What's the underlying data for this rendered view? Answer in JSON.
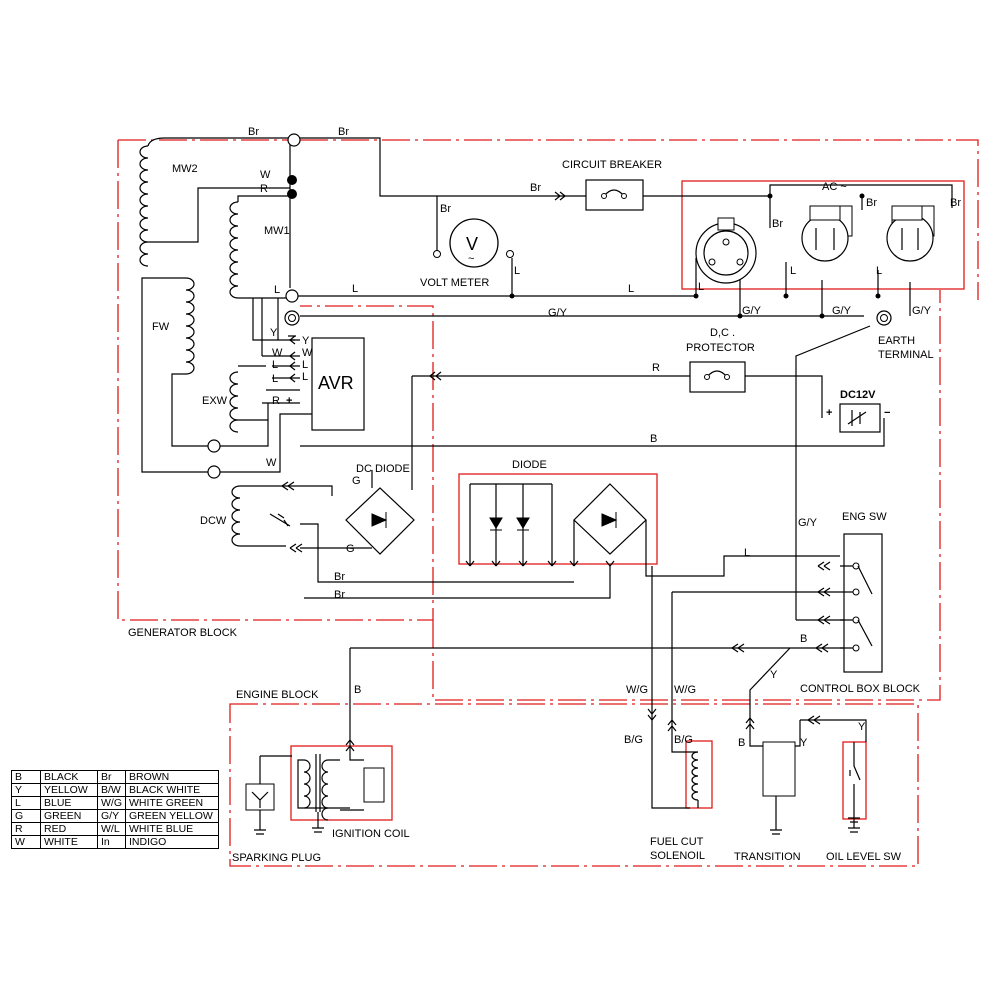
{
  "blocks": {
    "generator": "GENERATOR BLOCK",
    "engine": "ENGINE BLOCK",
    "control_box": "CONTROL BOX BLOCK"
  },
  "components": {
    "mw2": "MW2",
    "mw1": "MW1",
    "fw": "FW",
    "exw": "EXW",
    "dcw": "DCW",
    "avr": "AVR",
    "circuit_breaker": "CIRCUIT BREAKER",
    "volt_meter": "VOLT METER",
    "volt_symbol": "V",
    "volt_tilde": "~",
    "ac": "AC ~",
    "dc_protector_1": "D,C .",
    "dc_protector_2": "PROTECTOR",
    "dc12v": "DC12V",
    "plus": "+",
    "minus": "−",
    "earth_1": "EARTH",
    "earth_2": "TERMINAL",
    "dc_diode": "DC DIODE",
    "diode": "DIODE",
    "eng_sw": "ENG SW",
    "ignition_coil": "IGNITION COIL",
    "sparking_plug": "SPARKING PLUG",
    "fuel_cut_1": "FUEL CUT",
    "fuel_cut_2": "SOLENOIL",
    "transition": "TRANSITION",
    "oil_level": "OIL LEVEL SW"
  },
  "wire_labels": {
    "br": "Br",
    "w": "W",
    "r": "R",
    "l": "L",
    "y": "Y",
    "g": "G",
    "b": "B",
    "gy": "G/Y",
    "wg": "W/G",
    "bg": "B/G"
  },
  "legend": [
    [
      "B",
      "BLACK",
      "Br",
      "BROWN"
    ],
    [
      "Y",
      "YELLOW",
      "B/W",
      "BLACK  WHITE"
    ],
    [
      "L",
      "BLUE",
      "W/G",
      "WHITE GREEN"
    ],
    [
      "G",
      "GREEN",
      "G/Y",
      "GREEN YELLOW"
    ],
    [
      "R",
      "RED",
      "W/L",
      "WHITE BLUE"
    ],
    [
      "W",
      "WHITE",
      "In",
      "INDIGO"
    ]
  ],
  "colors": {
    "wire": "#000000",
    "block_outline": "#e01b1b"
  }
}
